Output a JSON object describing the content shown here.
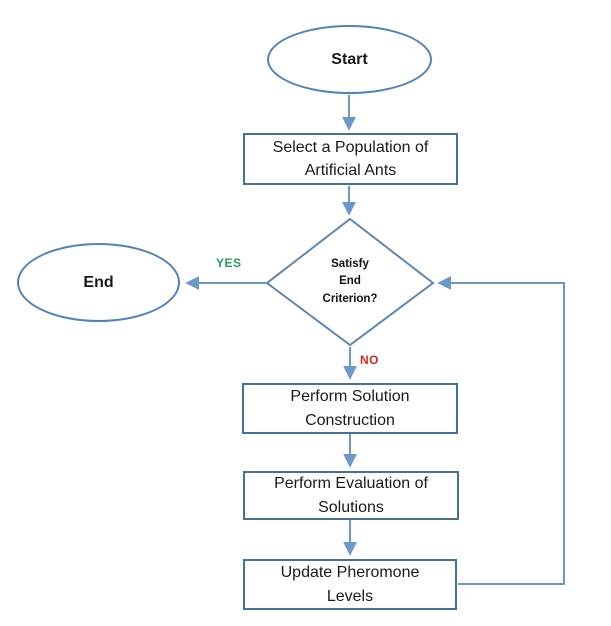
{
  "diagram": {
    "kind": "flowchart",
    "nodes": {
      "start": {
        "label": "Start"
      },
      "select": {
        "label": "Select a Population of\nArtificial Ants"
      },
      "decision": {
        "label": "Satisfy\nEnd\nCriterion?"
      },
      "end": {
        "label": "End"
      },
      "construct": {
        "label": "Perform Solution\nConstruction"
      },
      "evaluate": {
        "label": "Perform Evaluation of\nSolutions"
      },
      "update": {
        "label": "Update Pheromone\nLevels"
      }
    },
    "edges": {
      "yes_label": "YES",
      "no_label": "NO"
    },
    "colors": {
      "ellipse_stroke": "#4f81bd",
      "rect_stroke": "#41719c",
      "diamond_stroke": "#5b87b2",
      "arrow": "#6b98cb",
      "yes": "#21a05c",
      "no": "#e0231c",
      "background": "#ffffff"
    }
  }
}
